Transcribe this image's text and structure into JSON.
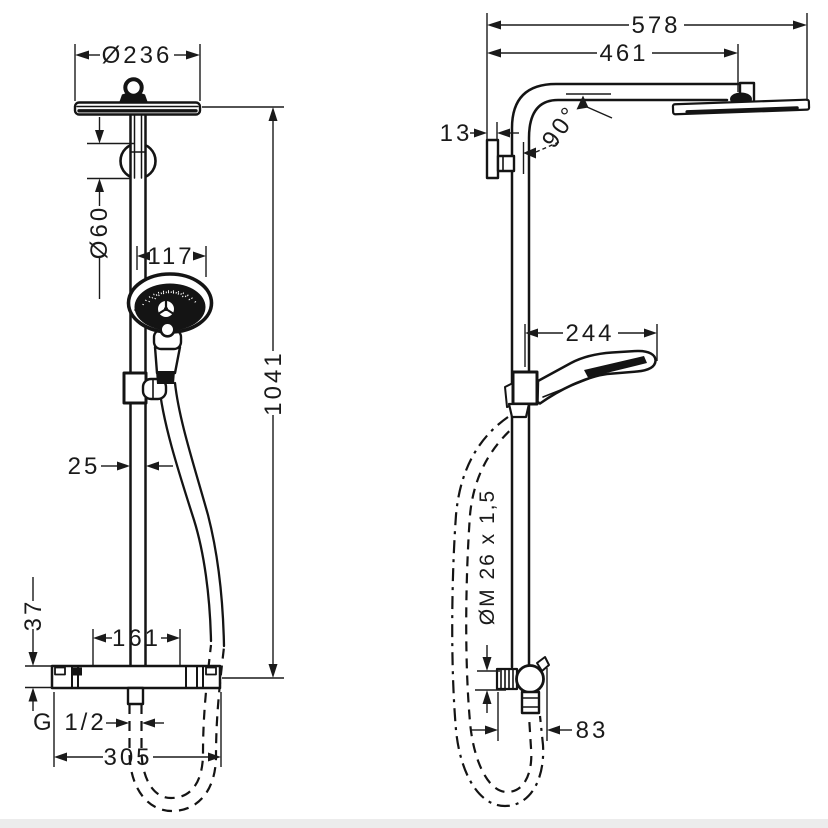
{
  "drawing": {
    "kind": "technical dimension drawing",
    "subject": "shower system with overhead shower, hand shower and thermostat",
    "background_color": "#ffffff",
    "line_color": "#141414",
    "views": [
      {
        "id": "front",
        "label": "front elevation"
      },
      {
        "id": "side",
        "label": "side elevation"
      }
    ]
  },
  "front_view": {
    "head_diameter": "Ø236",
    "bracket_diameter": "Ø60",
    "hand_shower_width": "117",
    "total_height": "1041",
    "pipe_width": "25",
    "valve_height": "37",
    "union_spacing": "161",
    "outlet_thread": "G 1/2",
    "valve_width": "305"
  },
  "side_view": {
    "total_depth": "578",
    "arm_reach": "461",
    "plate_thickness": "13",
    "arm_angle": "90°",
    "hand_shower_reach": "244",
    "hose_nut_thread": "ØM 26 x 1,5",
    "valve_depth": "83"
  }
}
